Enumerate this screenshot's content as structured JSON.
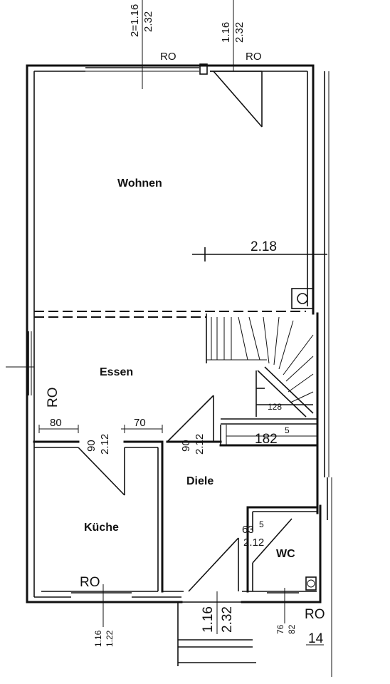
{
  "rooms": {
    "wohnen": "Wohnen",
    "essen": "Essen",
    "kueche": "Küche",
    "diele": "Diele",
    "wc": "WC"
  },
  "labels": {
    "ro_top_left": "RO",
    "ro_top_right": "RO",
    "ro_left": "RO",
    "ro_kueche": "RO",
    "ro_bottom_right": "RO",
    "dim_top_window_a": "2=1.16",
    "dim_top_window_b": "2.32",
    "dim_top_door_a": "1.16",
    "dim_top_door_b": "2.32",
    "dim_wohnen_width": "2.18",
    "dim_essen_left": "80",
    "dim_essen_mid": "70",
    "dim_door_kueche_a": "90",
    "dim_door_kueche_b": "2.12",
    "dim_door_diele_a": "90",
    "dim_door_diele_b": "2.12",
    "dim_stair_small": "128",
    "dim_stair": "182",
    "dim_stair_sup": "5",
    "dim_wc_door_a": "63",
    "dim_wc_door_sup": "5",
    "dim_wc_door_b": "2.12",
    "dim_entry_a": "1.16",
    "dim_entry_b": "2.32",
    "dim_kueche_window_a": "1.16",
    "dim_kueche_window_b": "1.22",
    "dim_wc_window_a": "76",
    "dim_wc_window_b": "82",
    "dim_level": "14",
    "symbol_chimney": "O"
  }
}
